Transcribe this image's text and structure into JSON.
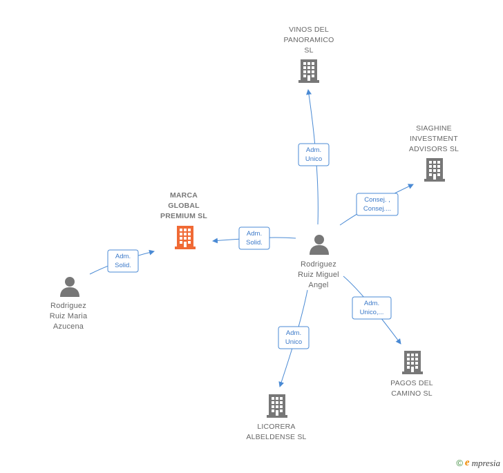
{
  "colors": {
    "edge": "#4a8ad4",
    "company": "#777777",
    "focus_company": "#f06a35",
    "person": "#777777"
  },
  "nodes": [
    {
      "id": "vinos",
      "type": "company",
      "lines": [
        "VINOS DEL",
        "PANORAMICO",
        "SL"
      ]
    },
    {
      "id": "siaghine",
      "type": "company",
      "lines": [
        "SIAGHINE",
        "INVESTMENT",
        "ADVISORS  SL"
      ]
    },
    {
      "id": "marca",
      "type": "focus-company",
      "lines": [
        "MARCA",
        "GLOBAL",
        "PREMIUM  SL"
      ]
    },
    {
      "id": "miguel",
      "type": "person",
      "lines": [
        "Rodriguez",
        "Ruiz Miguel",
        "Angel"
      ]
    },
    {
      "id": "azucena",
      "type": "person",
      "lines": [
        "Rodriguez",
        "Ruiz Maria",
        "Azucena"
      ]
    },
    {
      "id": "pagos",
      "type": "company",
      "lines": [
        "PAGOS DEL",
        "CAMINO  SL"
      ]
    },
    {
      "id": "licorera",
      "type": "company",
      "lines": [
        "LICORERA",
        "ALBELDENSE SL"
      ]
    }
  ],
  "edges": [
    {
      "from": "miguel",
      "to": "vinos",
      "lines": [
        "Adm.",
        "Unico"
      ]
    },
    {
      "from": "miguel",
      "to": "siaghine",
      "lines": [
        "Consej. ,",
        "Consej...."
      ]
    },
    {
      "from": "miguel",
      "to": "marca",
      "lines": [
        "Adm.",
        "Solid."
      ]
    },
    {
      "from": "azucena",
      "to": "marca",
      "lines": [
        "Adm.",
        "Solid."
      ]
    },
    {
      "from": "miguel",
      "to": "pagos",
      "lines": [
        "Adm.",
        "Unico,..."
      ]
    },
    {
      "from": "miguel",
      "to": "licorera",
      "lines": [
        "Adm.",
        "Unico"
      ]
    }
  ],
  "footer": {
    "copyright": "©",
    "brand_initial": "e",
    "brand_rest": "mpresia"
  }
}
